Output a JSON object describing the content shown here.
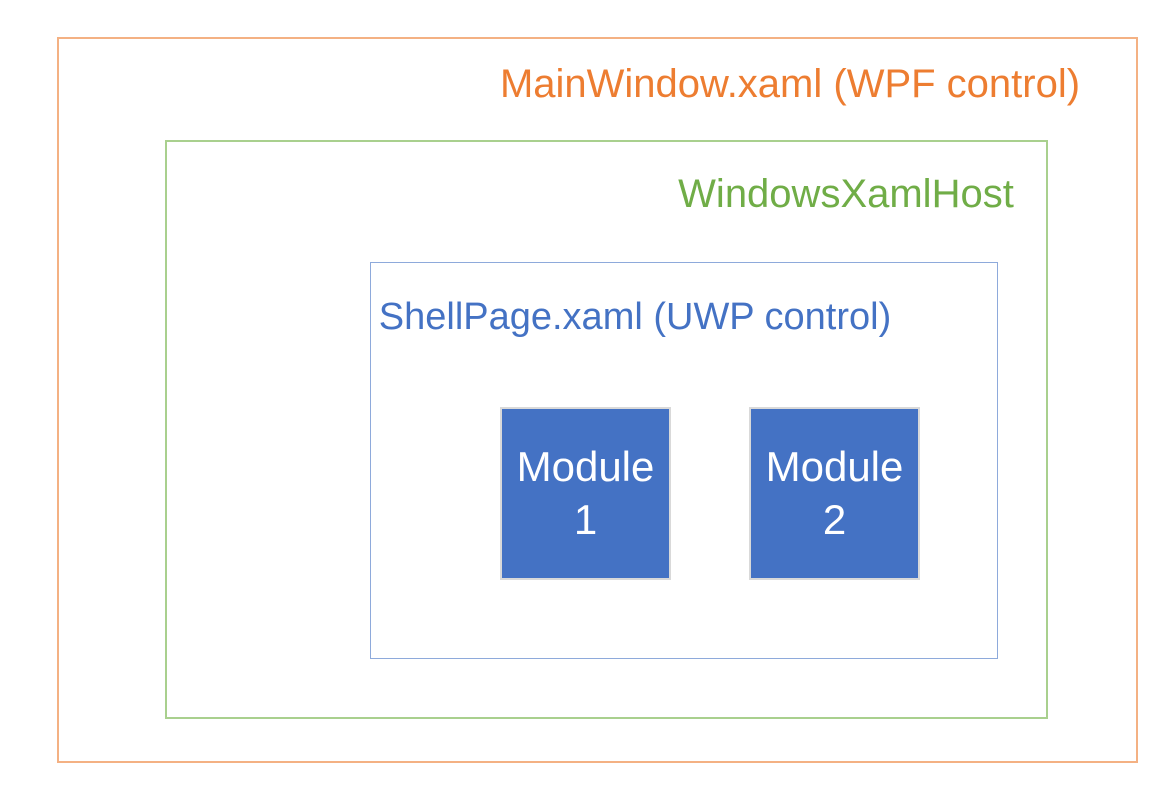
{
  "diagram": {
    "main_window": {
      "label": "MainWindow.xaml (WPF control)",
      "text_color": "#ED7D31",
      "border_color": "#F4B183"
    },
    "xaml_host": {
      "label": "WindowsXamlHost",
      "text_color": "#70AD47",
      "border_color": "#A9D08E"
    },
    "shell_page": {
      "label": "ShellPage.xaml (UWP control)",
      "text_color": "#4472C4",
      "border_color": "#8EAADB"
    },
    "modules": [
      {
        "name": "Module",
        "number": "1",
        "fill_color": "#4472C4",
        "border_color": "#D9D9D9",
        "text_color": "#FFFFFF"
      },
      {
        "name": "Module",
        "number": "2",
        "fill_color": "#4472C4",
        "border_color": "#D9D9D9",
        "text_color": "#FFFFFF"
      }
    ],
    "background_color": "#FFFFFF"
  }
}
